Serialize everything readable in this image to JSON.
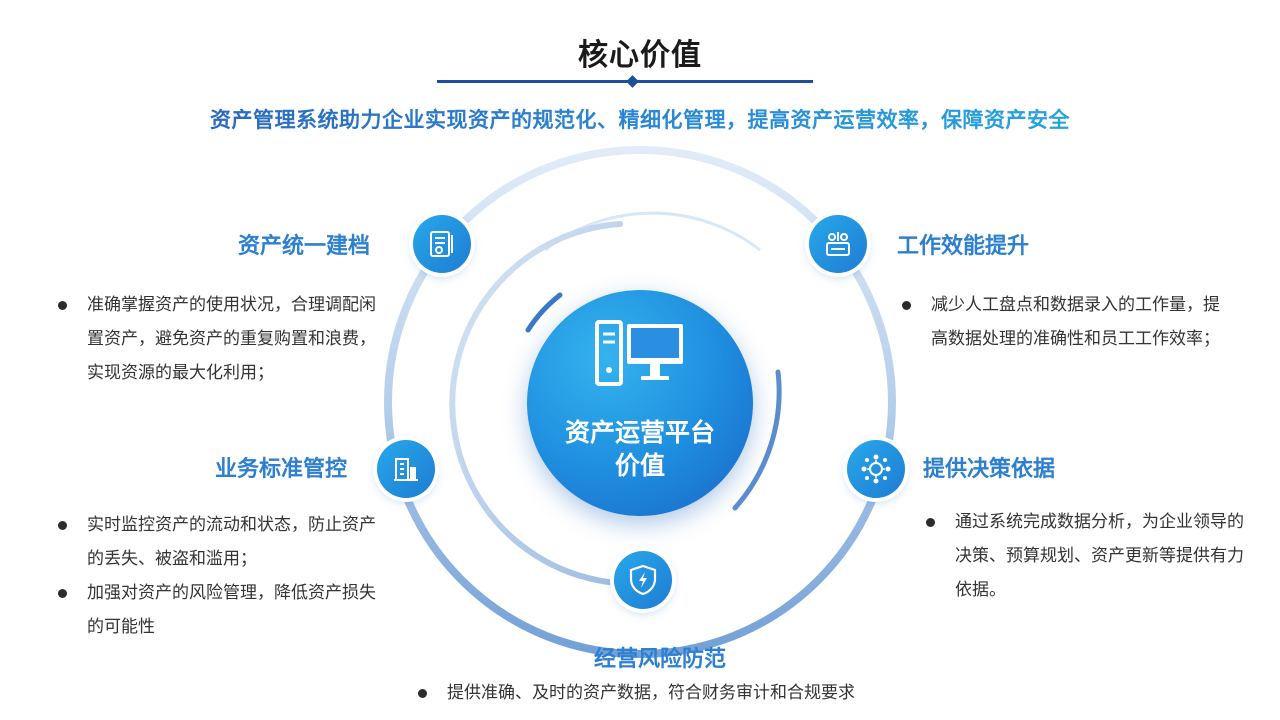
{
  "header": {
    "title": "核心价值",
    "subtitle": "资产管理系统助力企业实现资产的规范化、精细化管理，提高资产运营效率，保障资产安全"
  },
  "center": {
    "line1": "资产运营平台",
    "line2": "价值",
    "icon": "computer-icon"
  },
  "values": [
    {
      "heading": "资产统一建档",
      "icon": "document-icon",
      "bullets": [
        "准确掌握资产的使用状况，合理调配闲置资产，避免资产的重复购置和浪费，实现资源的最大化利用；"
      ]
    },
    {
      "heading": "业务标准管控",
      "icon": "building-chart-icon",
      "bullets": [
        "实时监控资产的流动和状态，防止资产的丢失、被盗和滥用；",
        "加强对资产的风险管理，降低资产损失的可能性"
      ]
    },
    {
      "heading": "工作效能提升",
      "icon": "team-work-icon",
      "bullets": [
        "减少人工盘点和数据录入的工作量，提高数据处理的准确性和员工工作效率；"
      ]
    },
    {
      "heading": "提供决策依据",
      "icon": "network-decision-icon",
      "bullets": [
        "通过系统完成数据分析，为企业领导的决策、预算规划、资产更新等提供有力依据。"
      ]
    },
    {
      "heading": "经营风险防范",
      "icon": "shield-lightning-icon",
      "bullets": [
        "提供准确、及时的资产数据，符合财务审计和合规要求"
      ]
    }
  ],
  "colors": {
    "accent": "#2d7fcf",
    "title_line": "#1f4e9c",
    "icon_gradient_start": "#27a8ea",
    "icon_gradient_end": "#1f7cd3"
  }
}
